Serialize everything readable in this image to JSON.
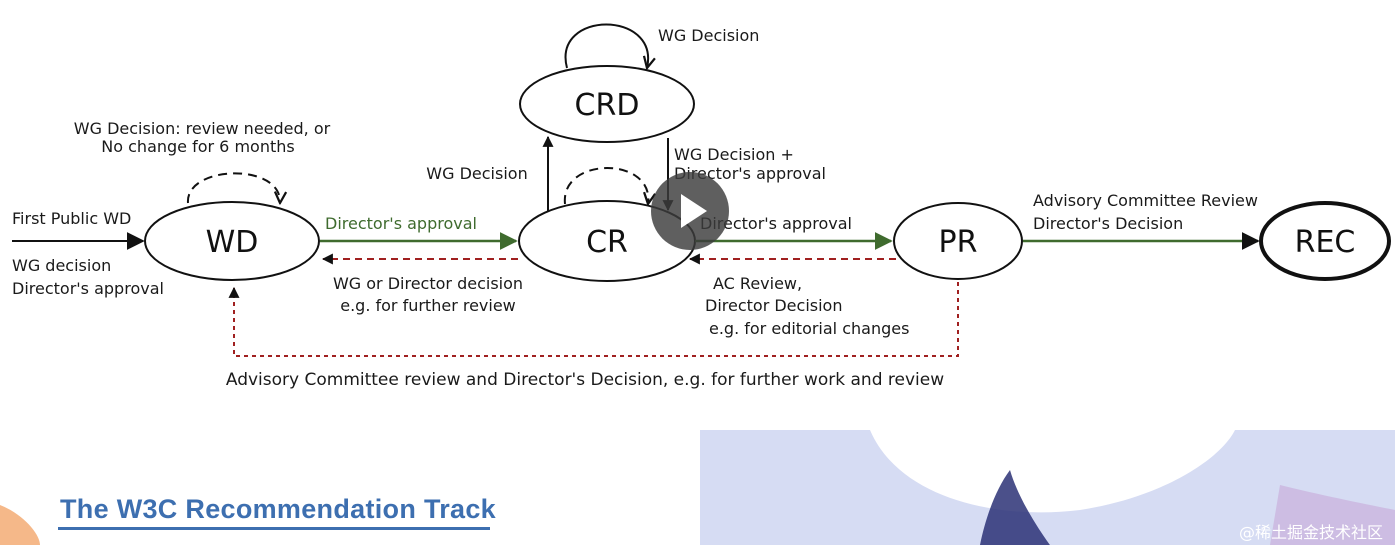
{
  "nodes": {
    "wd": "WD",
    "cr": "CR",
    "crd": "CRD",
    "pr": "PR",
    "rec": "REC"
  },
  "labels": {
    "first_public_wd": "First Public WD",
    "wg_decision_entry": "WG decision",
    "directors_approval_entry": "Director's approval",
    "wd_loop_line1": "WG Decision: review needed, or",
    "wd_loop_line2": "No change for 6 months",
    "wd_to_cr": "Director's approval",
    "cr_to_wd_line1": "WG or Director decision",
    "cr_to_wd_line2": "e.g. for further review",
    "cr_to_crd": "WG Decision",
    "crd_loop": "WG Decision",
    "crd_to_cr_line1": "WG Decision +",
    "crd_to_cr_line2": "Director's approval",
    "cr_to_pr": "Director's approval",
    "pr_to_cr_line1": "AC Review,",
    "pr_to_cr_line2": "Director Decision",
    "pr_to_cr_line3": "e.g. for editorial changes",
    "pr_to_rec_line1": "Advisory Committee Review",
    "pr_to_rec_line2": "Director's Decision",
    "pr_to_wd": "Advisory Committee review and Director's Decision, e.g. for further work and review"
  },
  "footer": {
    "title": "The W3C Recommendation Track",
    "credit": "@稀土掘金技术社区"
  },
  "colors": {
    "approval_arrow": "#3f6b2e",
    "return_arrow": "#a02020",
    "title": "#3d6fb0",
    "blob_blue": "#d6dcf3",
    "blob_dark": "#2c3175"
  },
  "player": {
    "play_icon": "play-icon"
  }
}
